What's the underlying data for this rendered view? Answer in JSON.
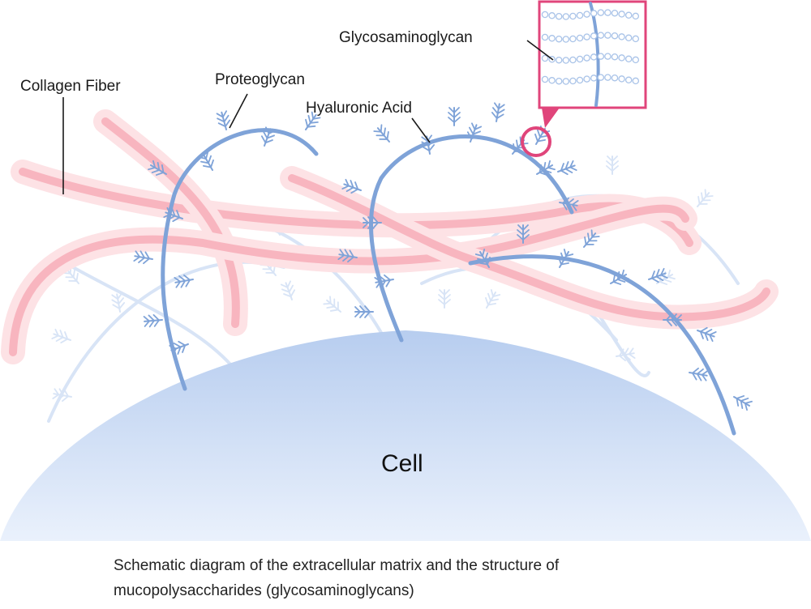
{
  "labels": {
    "collagen": "Collagen Fiber",
    "proteoglycan": "Proteoglycan",
    "hyaluronic": "Hyaluronic Acid",
    "gag": "Glycosaminoglycan",
    "cell": "Cell"
  },
  "caption": {
    "line1": "Schematic diagram of the extracellular matrix and the structure of",
    "line2": "mucopolysaccharides (glycosaminoglycans)"
  },
  "colors": {
    "cell_light": "#eaf1fc",
    "cell_dark": "#b7cdef",
    "proteoglycan": "#7fa3d8",
    "proteoglycan_faint": "#d8e4f6",
    "collagen_glow": "#fde2e5",
    "collagen_core": "#f8b5bf",
    "highlight": "#e0457b",
    "bead": "#a9c3e8"
  }
}
